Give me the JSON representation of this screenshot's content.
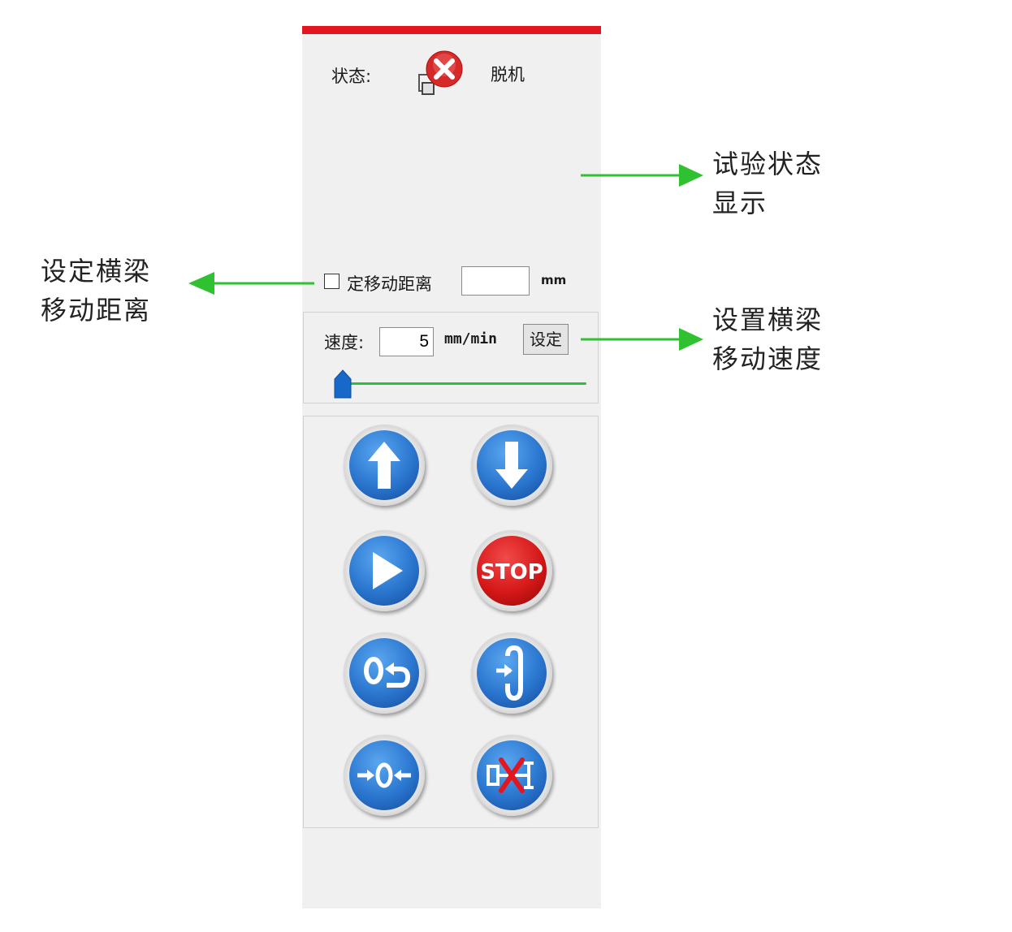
{
  "status": {
    "label": "状态:",
    "value": "脱机",
    "icon": "offline-error-icon"
  },
  "distance": {
    "checkbox_label": "定移动距离",
    "checked": false,
    "value": "",
    "unit": "mm"
  },
  "speed": {
    "label": "速度:",
    "value": "5",
    "unit": "mm/min",
    "set_label": "设定",
    "slider_level_fraction": 0.0
  },
  "buttons": [
    {
      "name": "move-up-button",
      "icon": "arrow-up-icon"
    },
    {
      "name": "move-down-button",
      "icon": "arrow-down-icon"
    },
    {
      "name": "start-button",
      "icon": "play-icon"
    },
    {
      "name": "stop-button",
      "icon": "stop-icon",
      "text": "STOP"
    },
    {
      "name": "return-to-zero-button",
      "icon": "return-zero-icon"
    },
    {
      "name": "clamp-button",
      "icon": "clamp-icon"
    },
    {
      "name": "zero-reset-button",
      "icon": "zero-center-icon"
    },
    {
      "name": "clear-button",
      "icon": "clear-icon"
    }
  ],
  "annotations": {
    "test_status": [
      "试验状态",
      "显示"
    ],
    "move_distance": [
      "设定横梁",
      "移动距离"
    ],
    "move_speed": [
      "设置横梁",
      "移动速度"
    ]
  },
  "colors": {
    "top_bar": "#e3151e",
    "arrow": "#2fc12f",
    "button_blue": "#2a76cf",
    "button_red": "#d51818",
    "slider": "#27c23b"
  }
}
